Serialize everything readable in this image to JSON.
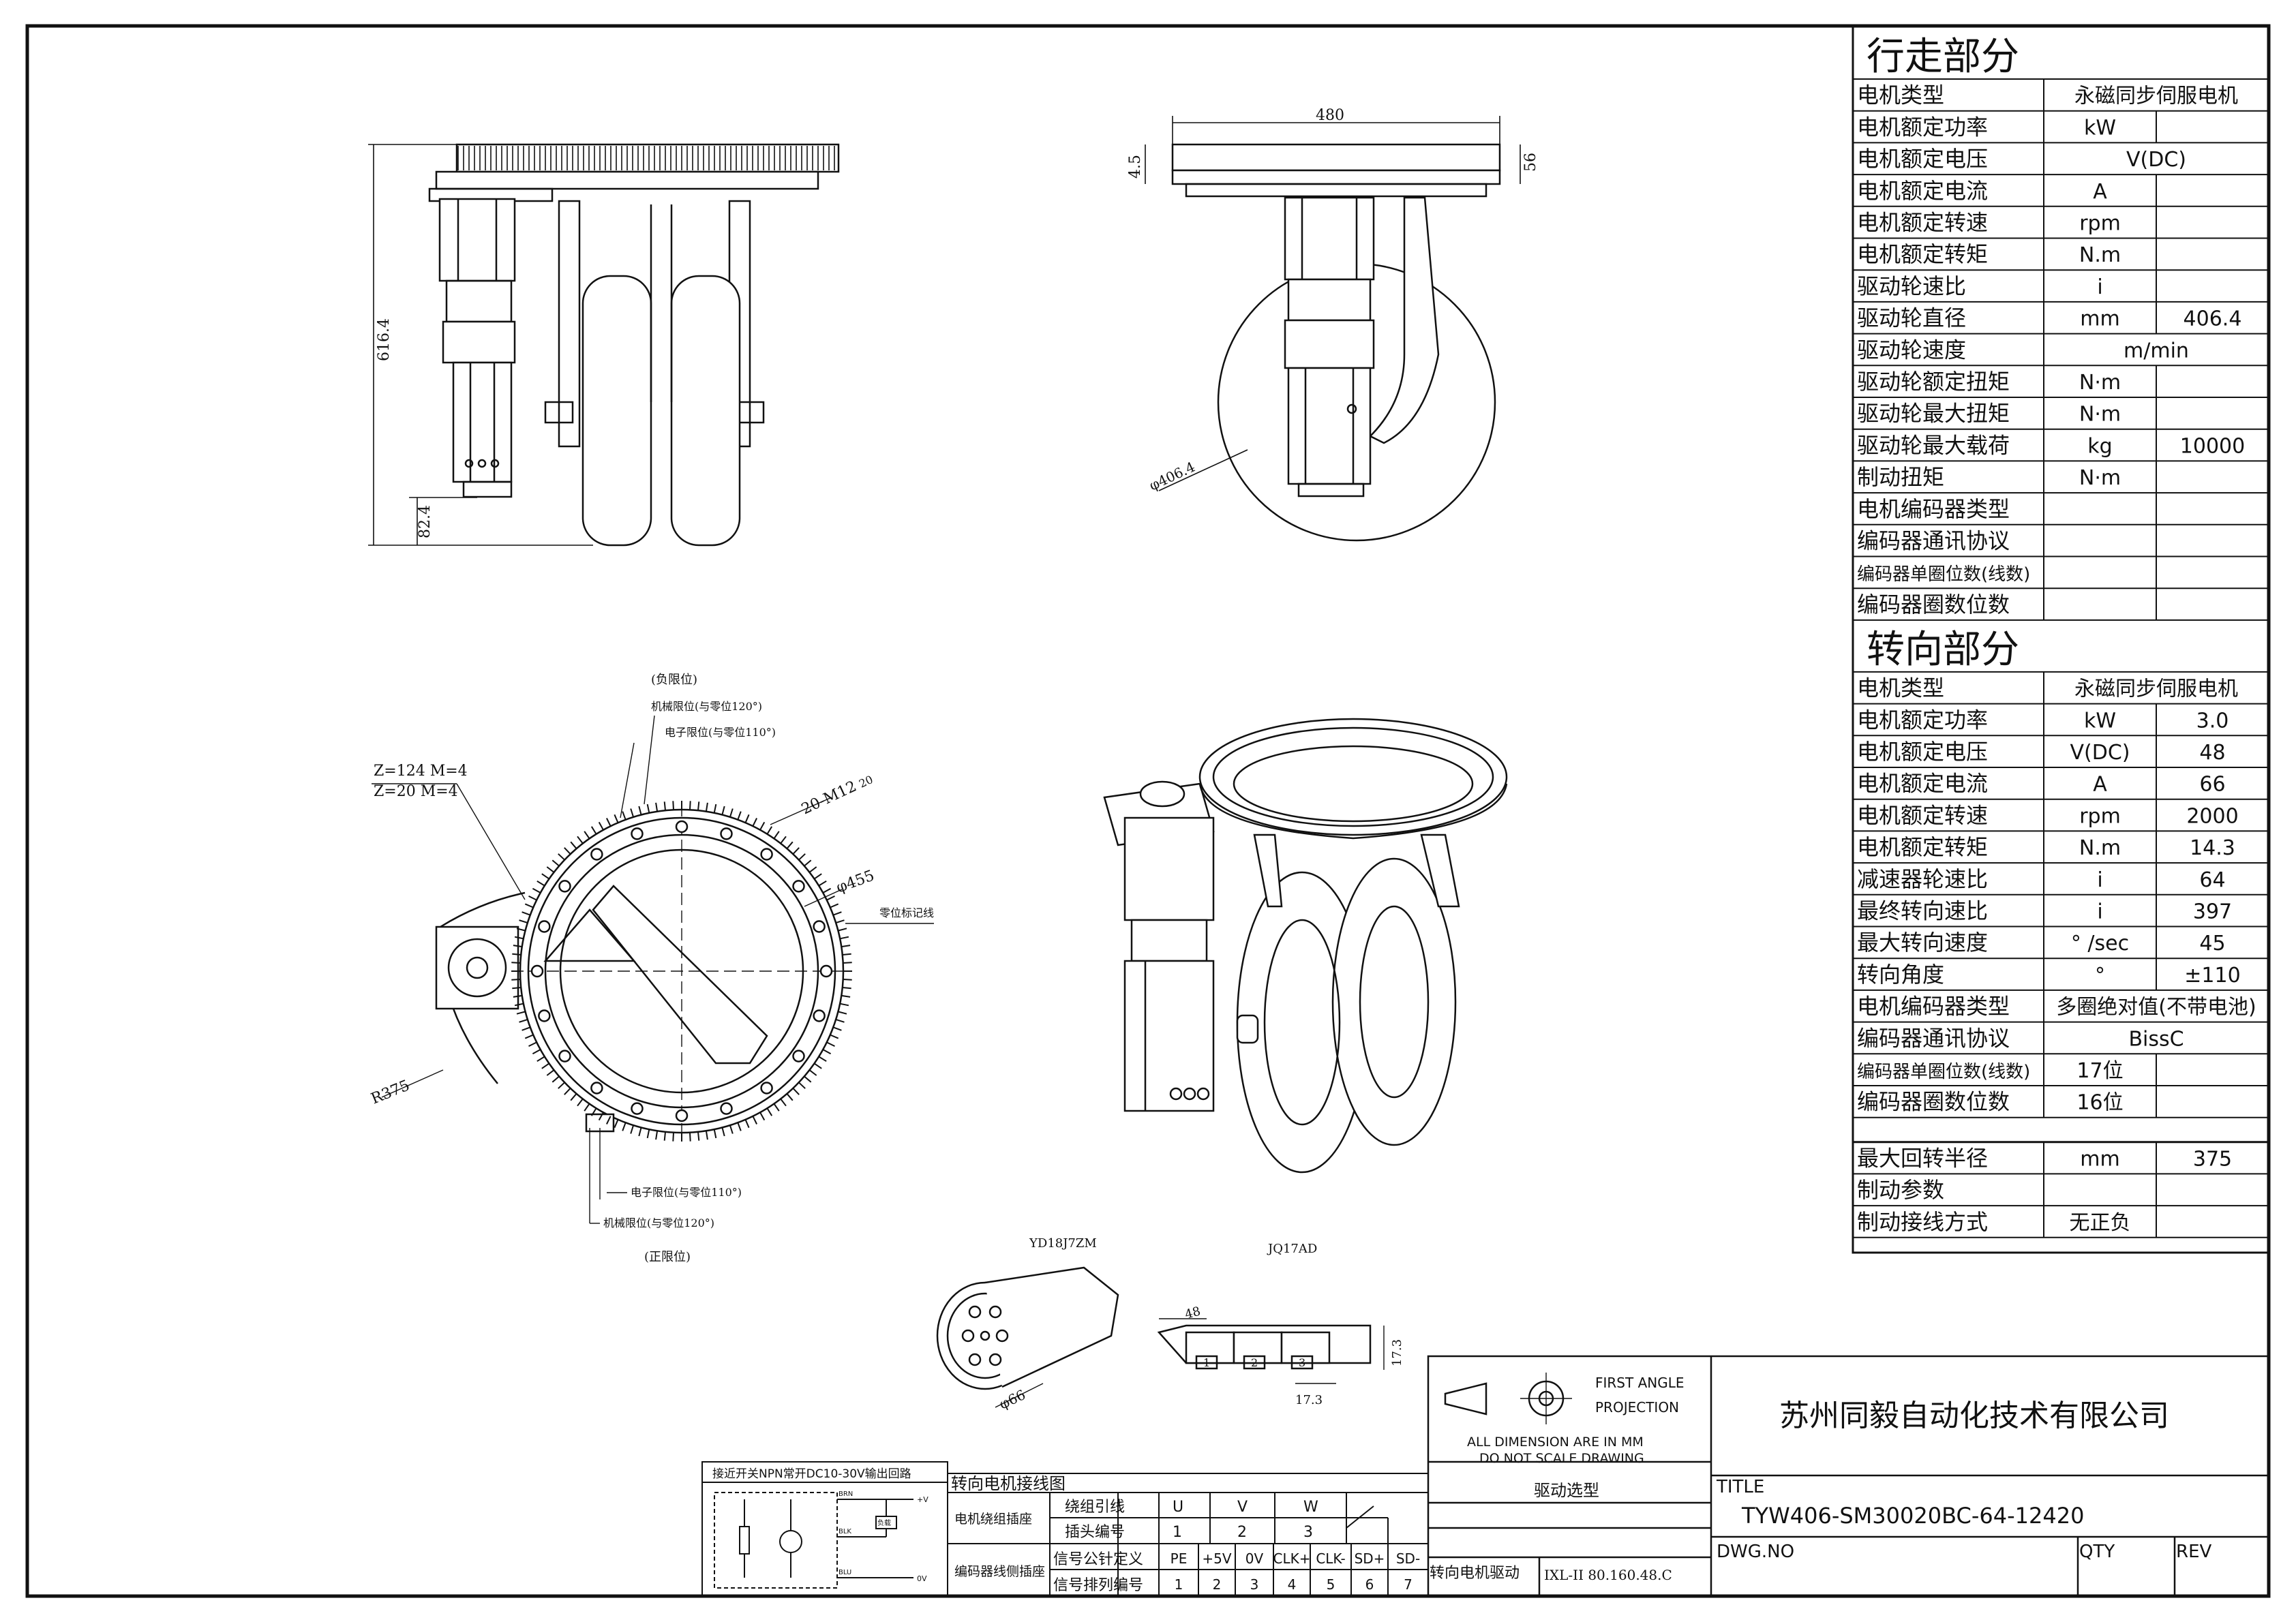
{
  "travel": {
    "title": "行走部分",
    "rows": [
      {
        "label": "电机类型",
        "unit": "永磁同步伺服电机",
        "value": ""
      },
      {
        "label": "电机额定功率",
        "unit": "kW",
        "value": ""
      },
      {
        "label": "电机额定电压",
        "unit": "V(DC)",
        "value": ""
      },
      {
        "label": "电机额定电流",
        "unit": "A",
        "value": ""
      },
      {
        "label": "电机额定转速",
        "unit": "rpm",
        "value": ""
      },
      {
        "label": "电机额定转矩",
        "unit": "N.m",
        "value": ""
      },
      {
        "label": "驱动轮速比",
        "unit": "i",
        "value": ""
      },
      {
        "label": "驱动轮直径",
        "unit": "mm",
        "value": "406.4"
      },
      {
        "label": "驱动轮速度",
        "unit": "m/min",
        "value": ""
      },
      {
        "label": "驱动轮额定扭矩",
        "unit": "N·m",
        "value": ""
      },
      {
        "label": "驱动轮最大扭矩",
        "unit": "N·m",
        "value": ""
      },
      {
        "label": "驱动轮最大载荷",
        "unit": "kg",
        "value": "10000"
      },
      {
        "label": "制动扭矩",
        "unit": "N·m",
        "value": ""
      },
      {
        "label": "电机编码器类型",
        "unit": "",
        "value": ""
      },
      {
        "label": "编码器通讯协议",
        "unit": "",
        "value": ""
      },
      {
        "label": "编码器单圈位数(线数)",
        "unit": "",
        "value": ""
      },
      {
        "label": "编码器圈数位数",
        "unit": "",
        "value": ""
      }
    ]
  },
  "steer": {
    "title": "转向部分",
    "rows": [
      {
        "label": "电机类型",
        "unit": "永磁同步伺服电机",
        "value": ""
      },
      {
        "label": "电机额定功率",
        "unit": "kW",
        "value": "3.0"
      },
      {
        "label": "电机额定电压",
        "unit": "V(DC)",
        "value": "48"
      },
      {
        "label": "电机额定电流",
        "unit": "A",
        "value": "66"
      },
      {
        "label": "电机额定转速",
        "unit": "rpm",
        "value": "2000"
      },
      {
        "label": "电机额定转矩",
        "unit": "N.m",
        "value": "14.3"
      },
      {
        "label": "减速器轮速比",
        "unit": "i",
        "value": "64"
      },
      {
        "label": "最终转向速比",
        "unit": "i",
        "value": "397"
      },
      {
        "label": "最大转向速度",
        "unit": "° /sec",
        "value": "45"
      },
      {
        "label": "转向角度",
        "unit": "°",
        "value": "±110"
      },
      {
        "label": "电机编码器类型",
        "unit": "多圈绝对值(不带电池)",
        "value": ""
      },
      {
        "label": "编码器通讯协议",
        "unit": "BissC",
        "value": ""
      },
      {
        "label": "编码器单圈位数(线数)",
        "unit": "17位",
        "value": ""
      },
      {
        "label": "编码器圈数位数",
        "unit": "16位",
        "value": ""
      }
    ]
  },
  "extra": {
    "rows": [
      {
        "label": "最大回转半径",
        "unit": "mm",
        "value": "375"
      },
      {
        "label": "制动参数",
        "unit": "",
        "value": ""
      },
      {
        "label": "制动接线方式",
        "unit": "无正负",
        "value": ""
      }
    ]
  },
  "dimensions": {
    "front_height": "616.4",
    "front_bottom": "82.4",
    "side_width": "480",
    "side_left": "4.5",
    "side_right": "56",
    "wheel_dia": "φ406.4",
    "teeth_big": "Z=124  M=4",
    "teeth_small": "Z=20   M=4",
    "bolt_spec": "20-M12",
    "bolt_depth": "20",
    "ring_dia": "φ455",
    "radius": "R375",
    "zero_mark": "零位标记线"
  },
  "limits": {
    "neg": "(负限位)",
    "mech_top": "机械限位(与零位120°)",
    "elec_top": "电子限位(与零位110°)",
    "elec_bot": "电子限位(与零位110°)",
    "mech_bot": "机械限位(与零位120°)",
    "pos": "(正限位)"
  },
  "connectors": {
    "round_name": "YD18J7ZM",
    "round_dim": "φ66",
    "plug_name": "JQ17AD",
    "plug_w": "48",
    "plug_bot": "17.3",
    "plug_h": "17.3",
    "pins": [
      "1",
      "2",
      "3"
    ]
  },
  "sensor": {
    "title": "接近开关NPN常开DC10-30V输出回路",
    "brn": "BRN",
    "blk": "BLK",
    "blu": "BLU",
    "load": "负载",
    "vplus": "+V",
    "vzero": "0V"
  },
  "wiring": {
    "title": "转向电机接线图",
    "motor_socket": "电机绕组插座",
    "encoder_socket": "编码器线侧插座",
    "rows": [
      {
        "label": "绕组引线",
        "cells": [
          "U",
          "V",
          "W"
        ]
      },
      {
        "label": "插头编号",
        "cells": [
          "1",
          "2",
          "3"
        ]
      },
      {
        "label": "信号公针定义",
        "cells": [
          "PE",
          "+5V",
          "0V",
          "CLK+",
          "CLK-",
          "SD+",
          "SD-"
        ]
      },
      {
        "label": "信号排列编号",
        "cells": [
          "1",
          "2",
          "3",
          "4",
          "5",
          "6",
          "7"
        ]
      }
    ]
  },
  "titleblock": {
    "first_angle": "FIRST ANGLE",
    "projection": "PROJECTION",
    "dim_note1": "ALL DIMENSION ARE IN MM",
    "dim_note2": "DO NOT SCALE DRAWING",
    "type": "驱动选型",
    "drive_label": "转向电机驱动",
    "drive_model": "IXL-II 80.160.48.C",
    "company": "苏州同毅自动化技术有限公司",
    "title_label": "TITLE",
    "model": "TYW406-SM30020BC-64-12420",
    "dwg_label": "DWG.NO",
    "qty_label": "QTY",
    "rev_label": "REV"
  }
}
